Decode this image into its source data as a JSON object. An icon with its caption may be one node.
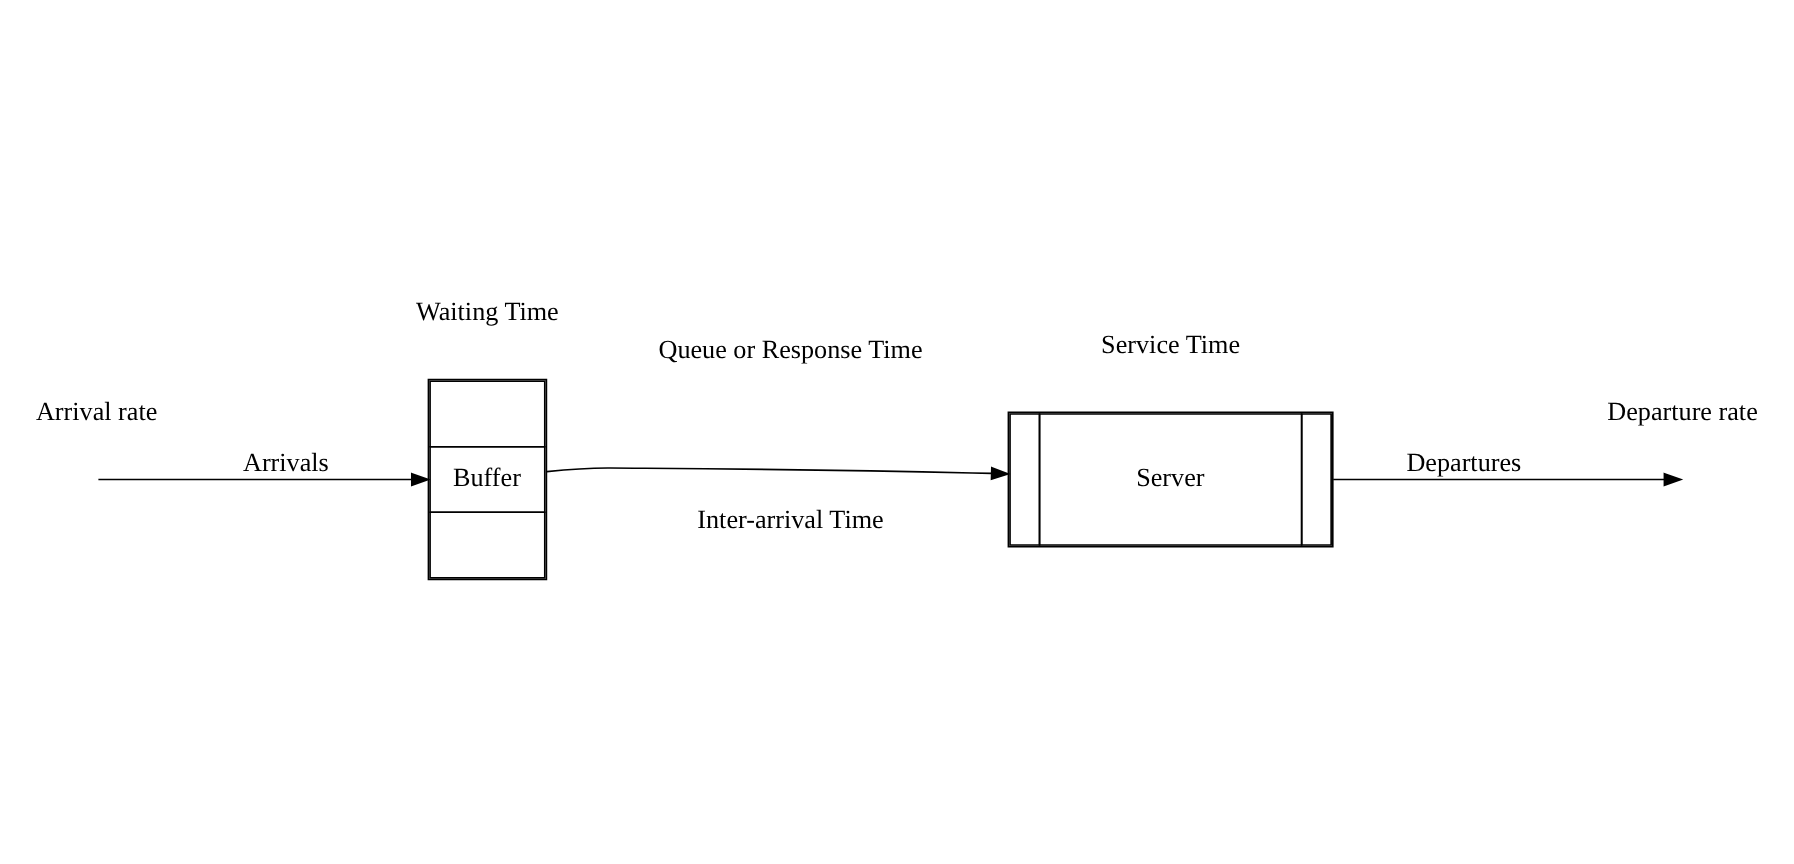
{
  "diagram": {
    "nodes": [
      {
        "text": [
          "Buffer"
        ]
      },
      {
        "text": [
          "Server"
        ]
      }
    ],
    "edges": [
      {
        "from": null,
        "to": 0,
        "arrow": "to",
        "label": "Arrivals"
      },
      {
        "from": 0,
        "to": 1,
        "arrow": "to"
      },
      {
        "from": 1,
        "to": null,
        "arrow": "to",
        "label": "Departures"
      }
    ],
    "labels": [
      "Inter-arrival Time",
      "Arrival rate",
      "Departure rate",
      "Waiting Time",
      "Service Time",
      "Queue or Response Time"
    ]
  }
}
